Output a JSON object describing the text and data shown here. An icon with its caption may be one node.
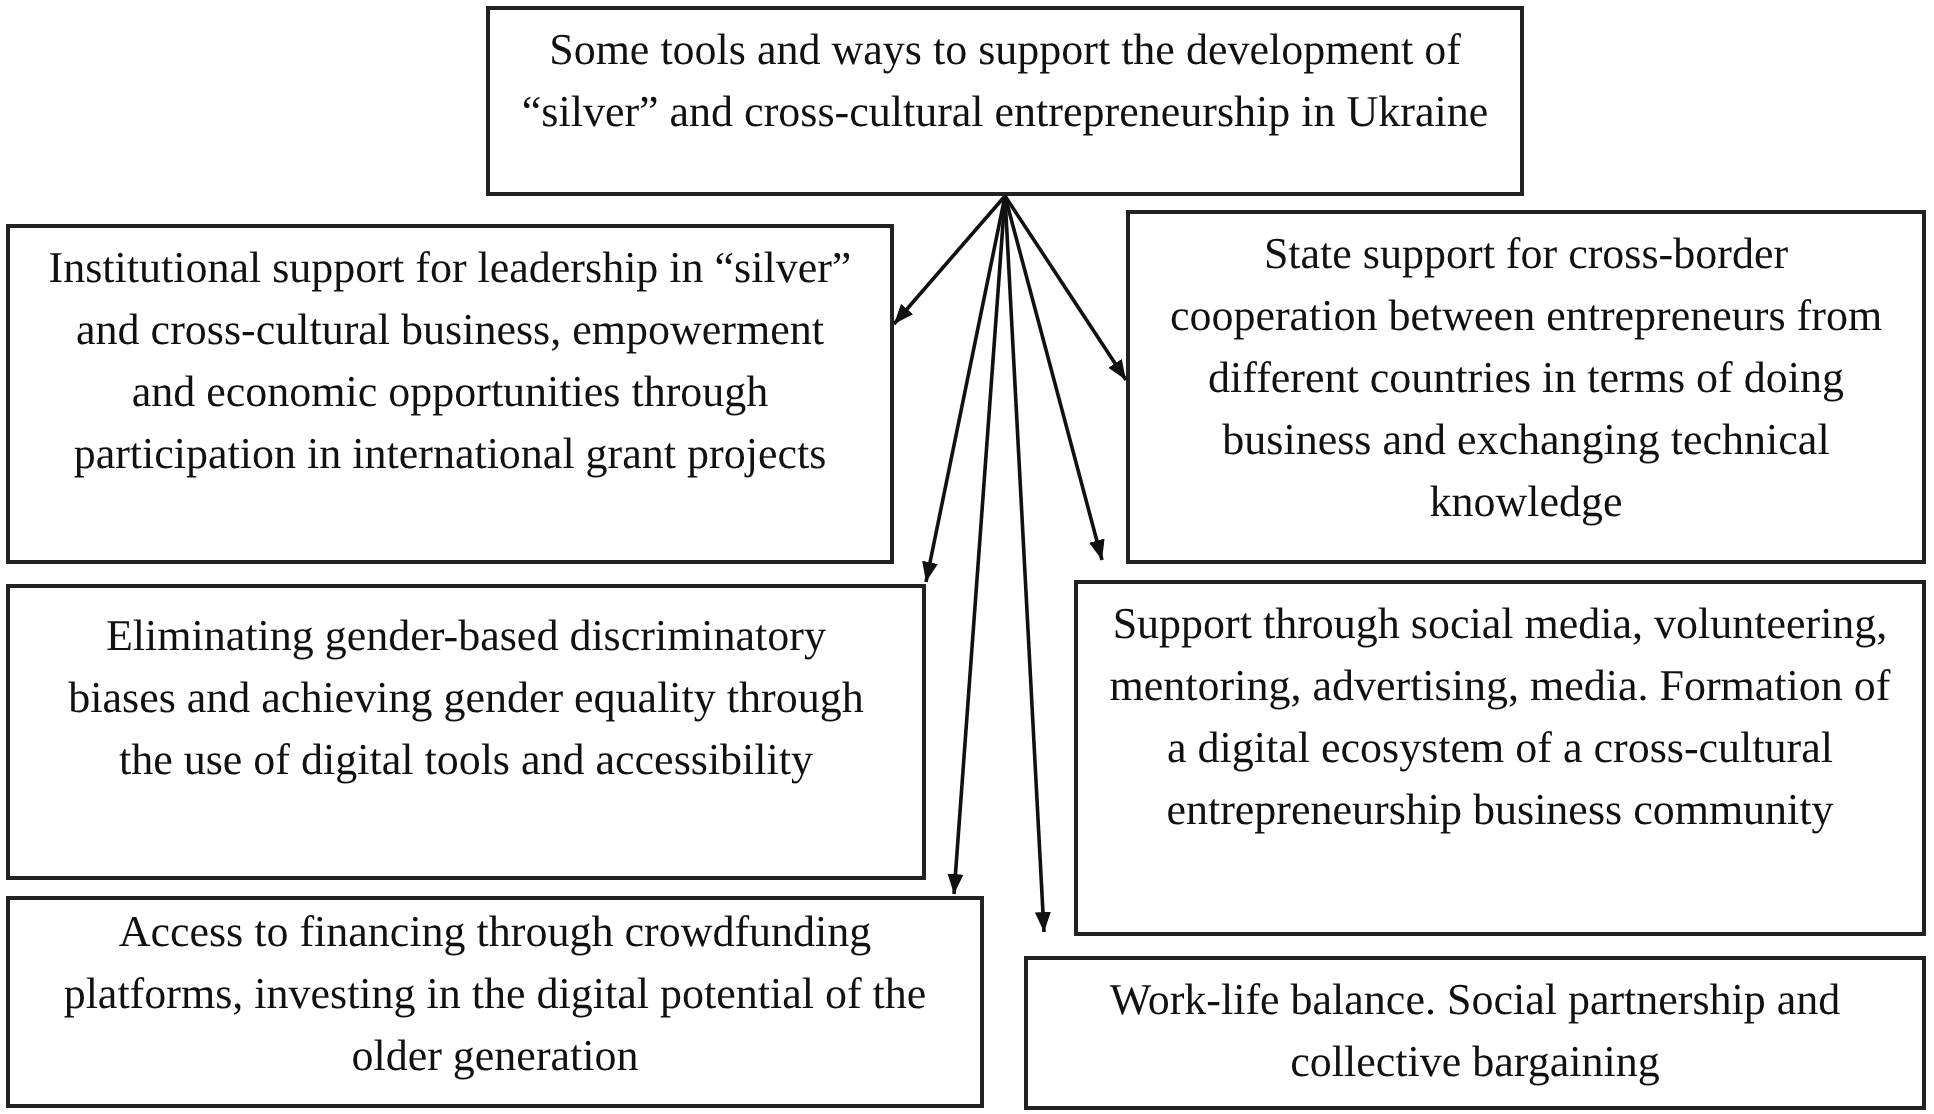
{
  "diagram": {
    "nodes": [
      {
        "text": [
          "Some tools and ways to support the development of “silver” and cross-cultural entrepreneurship in Ukraine"
        ]
      },
      {
        "text": [
          "Institutional support for leadership in “silver” and cross-cultural business, empowerment and economic opportunities through participation in international grant projects"
        ]
      },
      {
        "text": [
          "State support for cross-border cooperation between entrepreneurs from different countries in terms of doing business and exchanging technical knowledge"
        ]
      },
      {
        "text": [
          "Eliminating gender-based discriminatory biases and achieving gender equality through the use of digital tools and accessibility"
        ]
      },
      {
        "text": [
          "Support through social media, volunteering, mentoring, advertising, media. Formation of a digital ecosystem of a cross-cultural entrepreneurship business community"
        ]
      },
      {
        "text": [
          "Access to financing through crowdfunding platforms, investing in the digital potential of the older generation"
        ]
      },
      {
        "text": [
          "Work-life balance. Social partnership and collective bargaining"
        ]
      }
    ],
    "edges": [
      {
        "from": 0,
        "to": 1,
        "arrow": "to"
      },
      {
        "from": 0,
        "to": 2,
        "arrow": "to"
      },
      {
        "from": 0,
        "to": 3,
        "arrow": "to"
      },
      {
        "from": 0,
        "to": 4,
        "arrow": "to"
      },
      {
        "from": 0,
        "to": 5,
        "arrow": "to"
      },
      {
        "from": 0,
        "to": 6,
        "arrow": "to"
      }
    ]
  }
}
